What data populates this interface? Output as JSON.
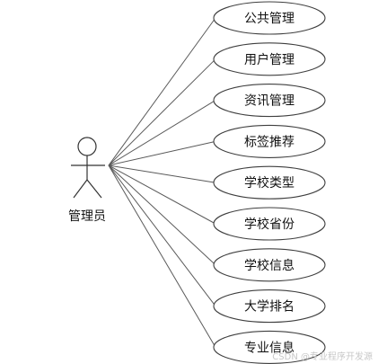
{
  "actor": {
    "label": "管理员"
  },
  "use_cases": [
    {
      "label": "公共管理"
    },
    {
      "label": "用户管理"
    },
    {
      "label": "资讯管理"
    },
    {
      "label": "标签推荐"
    },
    {
      "label": "学校类型"
    },
    {
      "label": "学校省份"
    },
    {
      "label": "学校信息"
    },
    {
      "label": "大学排名"
    },
    {
      "label": "专业信息"
    }
  ],
  "watermark": "CSDN @专业程序开发源"
}
